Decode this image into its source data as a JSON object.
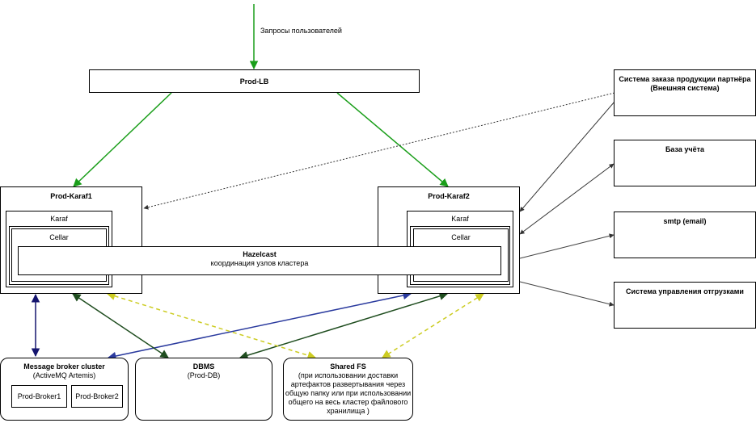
{
  "requests_label": "Запросы пользователей",
  "lb": {
    "title": "Prod-LB"
  },
  "karaf1": {
    "title": "Prod-Karaf1",
    "karaf": "Karaf",
    "cellar": "Cellar"
  },
  "karaf2": {
    "title": "Prod-Karaf2",
    "karaf": "Karaf",
    "cellar": "Cellar"
  },
  "hazelcast": {
    "title": "Hazelcast",
    "subtitle": "координация узлов кластера"
  },
  "external": {
    "partner": {
      "line1": "Система заказа продукции партнёра",
      "line2": "(Внешняя система)"
    },
    "accounting": {
      "title": "База учёта"
    },
    "smtp": {
      "title": "smtp (email)"
    },
    "shipping": {
      "title": "Система управления отгрузками"
    }
  },
  "broker": {
    "title": "Message broker cluster",
    "subtitle": "(ActiveMQ Artemis)",
    "node1": "Prod-Broker1",
    "node2": "Prod-Broker2"
  },
  "dbms": {
    "title": "DBMS",
    "subtitle": "(Prod-DB)"
  },
  "sharedfs": {
    "title": "Shared FS",
    "lines": [
      "(при использовании доставки",
      "артефактов развертывания через",
      "общую папку или при использовании",
      "общего на весь кластер файлового",
      "хранилища )"
    ]
  },
  "colors": {
    "green": "#1a9e1a",
    "dark_green": "#1f4d1f",
    "navy": "#14146e",
    "blue": "#2a3a9e",
    "yellow": "#cccc22",
    "gray": "#444444"
  }
}
